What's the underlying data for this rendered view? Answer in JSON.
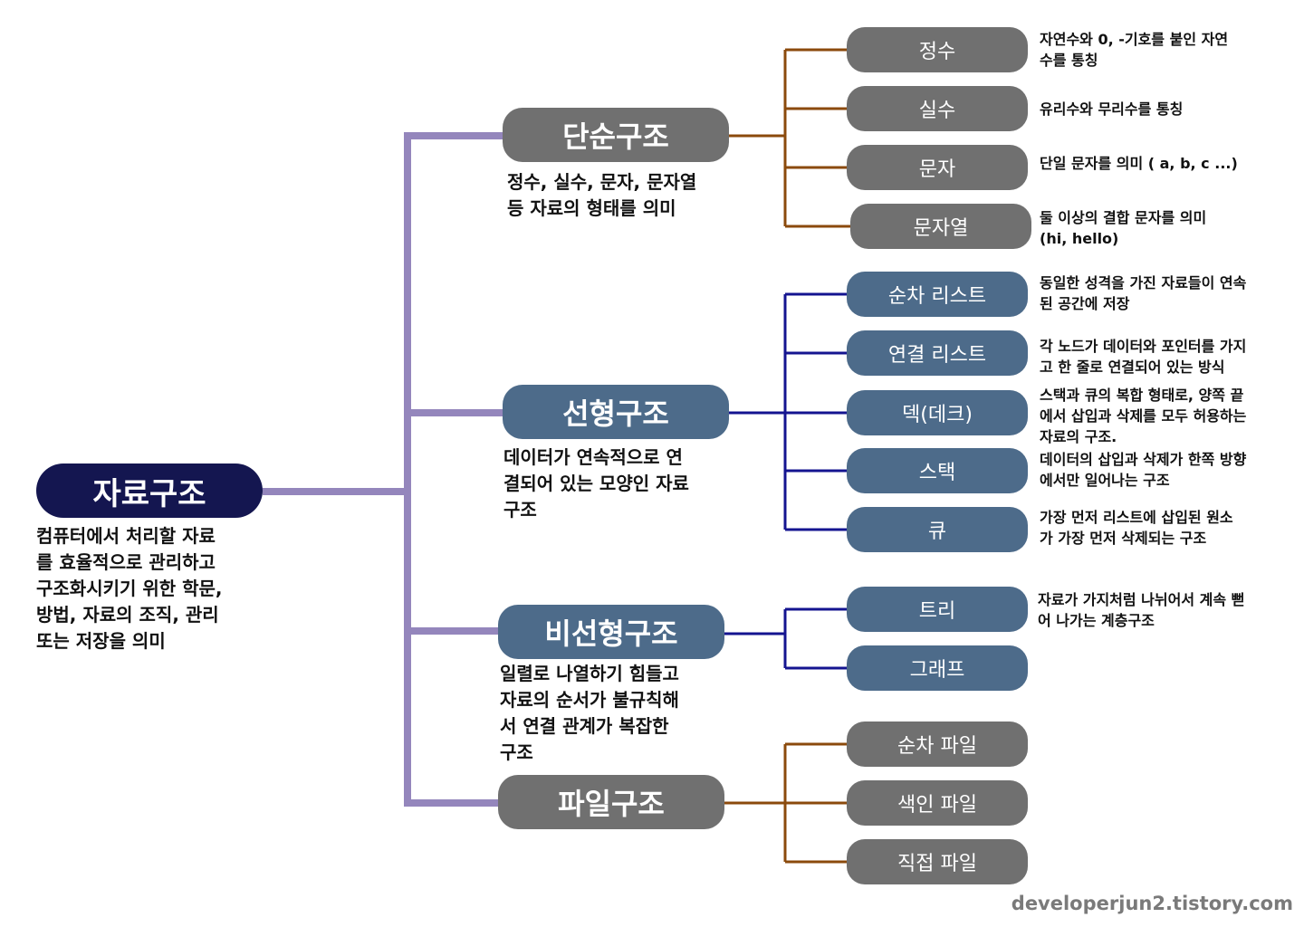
{
  "colors": {
    "root_fill": "#141650",
    "gray_fill": "#707070",
    "blue_fill": "#4d6b8a",
    "trunk_line": "#9486bc",
    "brown_line": "#8b4a0c",
    "navy_line": "#141490"
  },
  "root": {
    "label": "자료구조",
    "desc_lines": [
      "컴퓨터에서 처리할 자료",
      "를 효율적으로 관리하고",
      "구조화시키기 위한 학문,",
      "방법, 자료의 조직, 관리",
      "또는 저장을 의미"
    ]
  },
  "categories": [
    {
      "label": "단순구조",
      "desc_lines": [
        "정수, 실수, 문자, 문자열",
        "등 자료의 형태를 의미"
      ],
      "leaves": [
        {
          "label": "정수",
          "desc_lines": [
            "자연수와 0, -기호를 붙인 자연",
            "수를 통칭"
          ]
        },
        {
          "label": "실수",
          "desc_lines": [
            "유리수와 무리수를 통칭"
          ]
        },
        {
          "label": "문자",
          "desc_lines": [
            "단일 문자를 의미 ( a, b, c ...)"
          ]
        },
        {
          "label": "문자열",
          "desc_lines": [
            "둘 이상의 결합 문자를 의미",
            "(hi, hello)"
          ]
        }
      ]
    },
    {
      "label": "선형구조",
      "desc_lines": [
        "데이터가 연속적으로 연",
        "결되어 있는 모양인 자료",
        "구조"
      ],
      "leaves": [
        {
          "label": "순차 리스트",
          "desc_lines": [
            "동일한 성격을 가진 자료들이 연속",
            "된 공간에 저장"
          ]
        },
        {
          "label": "연결 리스트",
          "desc_lines": [
            "각 노드가 데이터와 포인터를 가지",
            "고 한 줄로 연결되어 있는 방식"
          ]
        },
        {
          "label": "덱(데크)",
          "desc_lines": [
            "스택과 큐의 복합 형태로, 양쪽 끝",
            "에서 삽입과 삭제를 모두 허용하는",
            "자료의 구조."
          ]
        },
        {
          "label": "스택",
          "desc_lines": [
            "데이터의 삽입과 삭제가 한쪽 방향",
            "에서만 일어나는 구조"
          ]
        },
        {
          "label": "큐",
          "desc_lines": [
            "가장 먼저 리스트에 삽입된 원소",
            "가 가장 먼저 삭제되는 구조"
          ]
        }
      ]
    },
    {
      "label": "비선형구조",
      "desc_lines": [
        "일렬로 나열하기 힘들고",
        "자료의 순서가 불규칙해",
        "서 연결 관계가 복잡한",
        "구조"
      ],
      "leaves": [
        {
          "label": "트리",
          "desc_lines": [
            "자료가 가지처럼 나뉘어서 계속 뻗",
            "어 나가는 계층구조"
          ]
        },
        {
          "label": "그래프",
          "desc_lines": []
        }
      ]
    },
    {
      "label": "파일구조",
      "desc_lines": [],
      "leaves": [
        {
          "label": "순차 파일",
          "desc_lines": []
        },
        {
          "label": "색인 파일",
          "desc_lines": []
        },
        {
          "label": "직접 파일",
          "desc_lines": []
        }
      ]
    }
  ],
  "watermark": "developerjun2.tistory.com"
}
